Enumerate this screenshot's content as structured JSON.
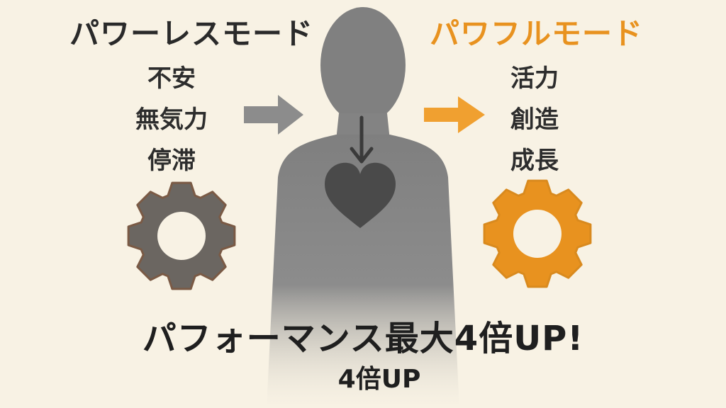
{
  "powerless": {
    "title": "パワーレスモード",
    "words": [
      "不安",
      "無気力",
      "停滞"
    ]
  },
  "powerful": {
    "title": "パワフルモード",
    "words": [
      "活力",
      "創造",
      "成長"
    ]
  },
  "headline": "パフォーマンス最大4倍UP!",
  "subline": "4倍UP",
  "colors": {
    "background": "#f8f2e4",
    "accent": "#e8921f",
    "gear_gray": "#6b6661",
    "gear_gray_edge": "#7a5a45",
    "figure_gray": "#8a8a8a",
    "heart": "#4a4a4a",
    "text": "#2a2a2a"
  },
  "icons": {
    "left_gear": "gear-icon",
    "right_gear": "gear-icon",
    "left_arrow": "arrow-right-icon",
    "right_arrow": "arrow-right-icon",
    "heart": "heart-icon",
    "down_arrow": "arrow-down-icon",
    "figure": "person-silhouette-icon"
  }
}
